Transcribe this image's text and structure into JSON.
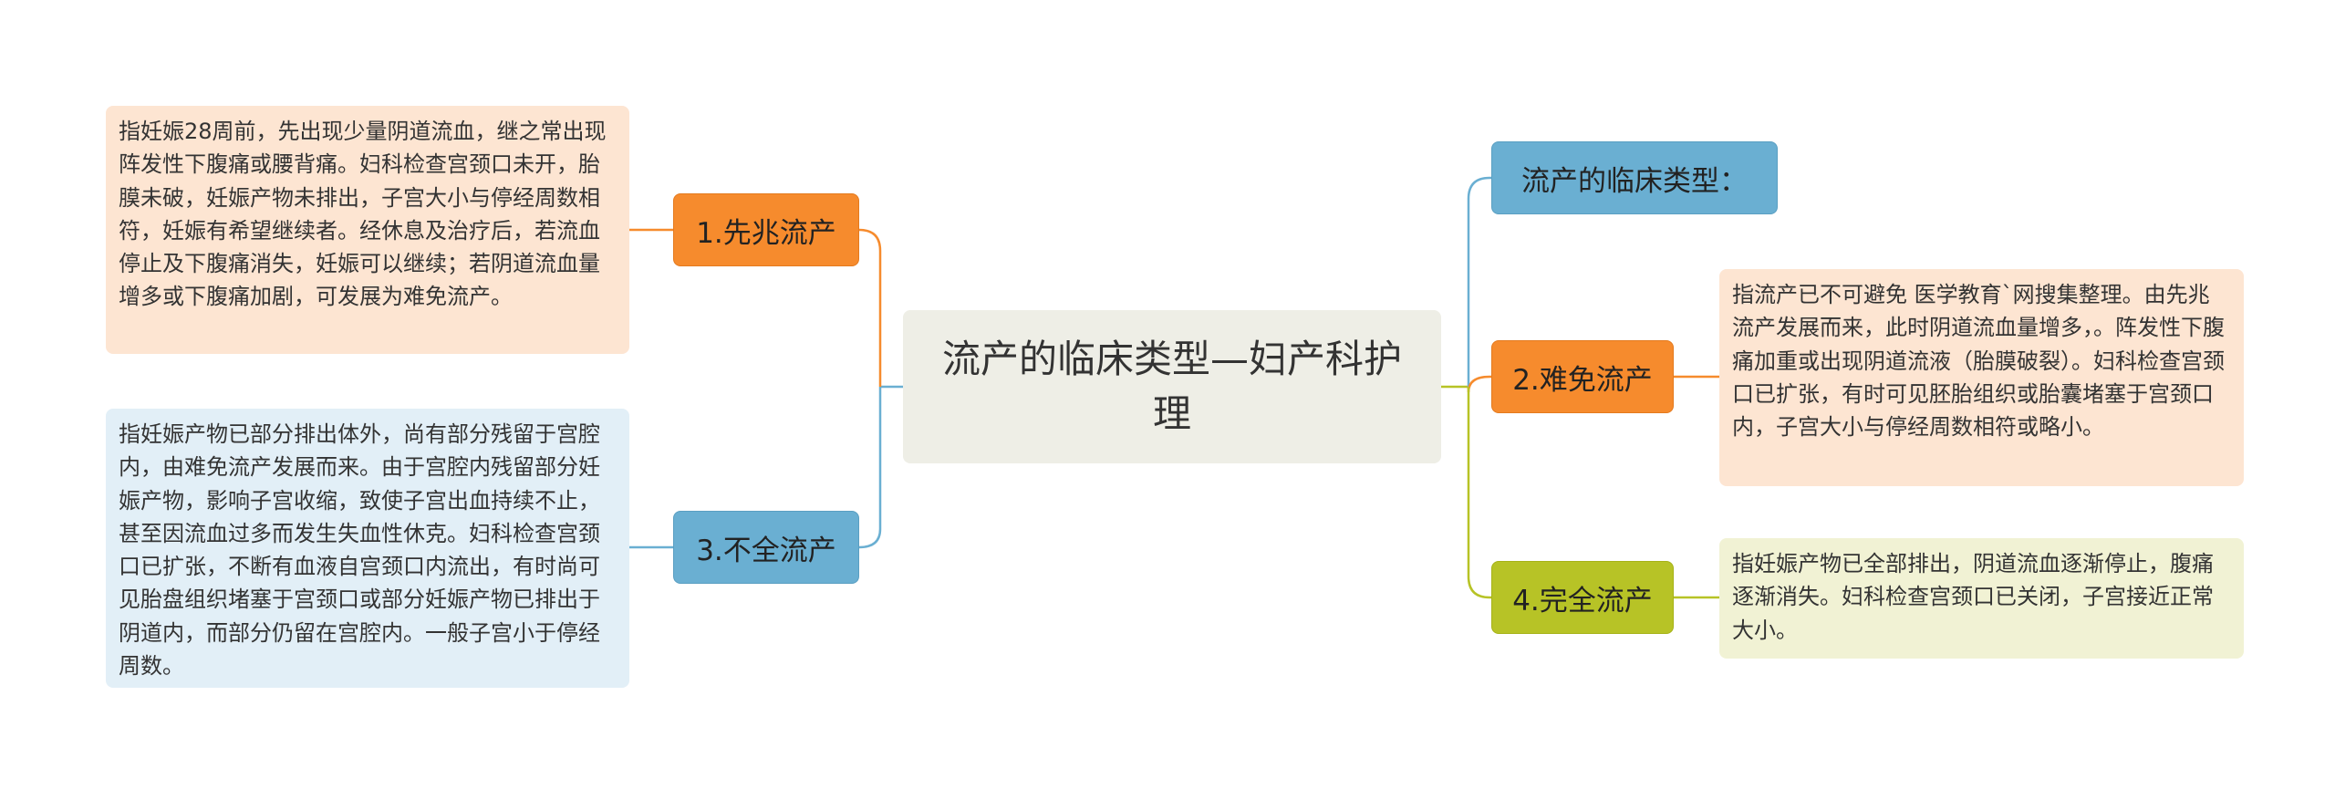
{
  "mindmap": {
    "center": {
      "title": "流产的临床类型—妇产科护理"
    },
    "left_branches": [
      {
        "label": "1.先兆流产",
        "detail": "指妊娠28周前，先出现少量阴道流血，继之常出现阵发性下腹痛或腰背痛。妇科检查宫颈口未开，胎膜未破，妊娠产物未排出，子宫大小与停经周数相符，妊娠有希望继续者。经休息及治疗后，若流血停止及下腹痛消失，妊娠可以继续；若阴道流血量增多或下腹痛加剧，可发展为难免流产。"
      },
      {
        "label": "3.不全流产",
        "detail": "指妊娠产物已部分排出体外，尚有部分残留于宫腔内，由难免流产发展而来。由于宫腔内残留部分妊娠产物，影响子宫收缩，致使子宫出血持续不止，甚至因流血过多而发生失血性休克。妇科检查宫颈口已扩张，不断有血液自宫颈口内流出，有时尚可见胎盘组织堵塞于宫颈口或部分妊娠产物已排出于阴道内，而部分仍留在宫腔内。一般子宫小于停经周数。"
      }
    ],
    "right_branches": [
      {
        "label": "流产的临床类型："
      },
      {
        "label": "2.难免流产",
        "detail": "指流产已不可避免 医学教育`网搜集整理。由先兆流产发展而来，此时阴道流血量增多，。阵发性下腹痛加重或出现阴道流液（胎膜破裂）。妇科检查宫颈口已扩张，有时可见胚胎组织或胎囊堵塞于宫颈口内，子宫大小与停经周数相符或略小。"
      },
      {
        "label": "4.完全流产",
        "detail": "指妊娠产物已全部排出，阴道流血逐渐停止，腹痛逐渐消失。妇科检查宫颈口已关闭，子宫接近正常大小。"
      }
    ],
    "colors": {
      "orange": "#f68b2d",
      "blue": "#6aafd2",
      "olive": "#b7c326",
      "peach": "#fde5d2",
      "light_blue": "#e2eff7",
      "light_green": "#f1f2d4",
      "center_bg": "#eeeee6"
    }
  }
}
